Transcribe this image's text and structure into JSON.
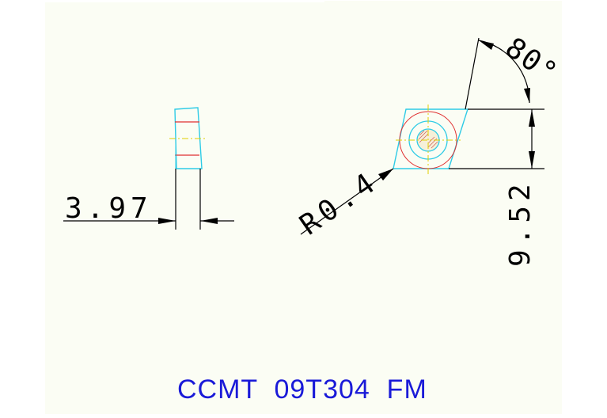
{
  "drawing": {
    "thickness_label": "3.97",
    "radius_label": "R0.4",
    "angle_label": "80°",
    "inscribed_label": "9.52",
    "designation": "CCMT  09T304  FM"
  },
  "colors": {
    "background": "#fbfdf4",
    "outline": "#2ecbe6",
    "centerline": "#e0d000",
    "hidden": "#e03030",
    "dimension": "#000000",
    "title": "#1a1ad8"
  }
}
